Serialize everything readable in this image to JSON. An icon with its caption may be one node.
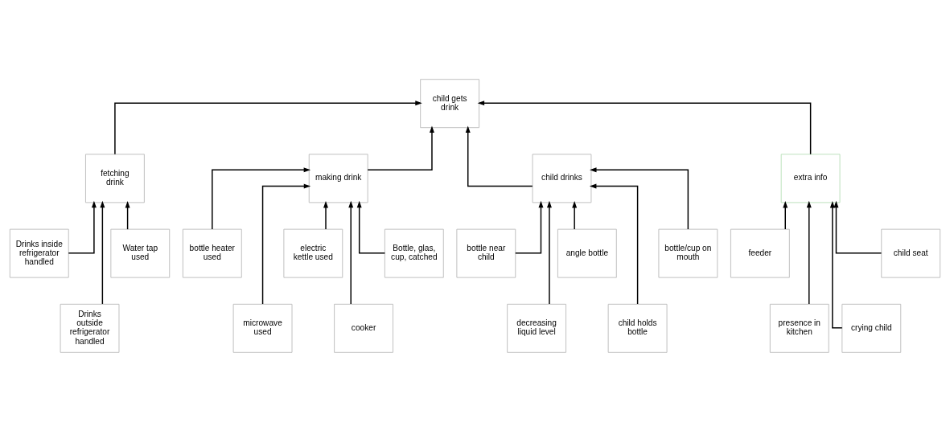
{
  "diagram": {
    "nodes": [
      {
        "text": [
          "child gets drink"
        ]
      },
      {
        "text": [
          "fetching drink"
        ]
      },
      {
        "text": [
          "making drink"
        ]
      },
      {
        "text": [
          "child drinks"
        ]
      },
      {
        "text": [
          "extra info"
        ]
      },
      {
        "text": [
          "Drinks inside refrigerator handled"
        ]
      },
      {
        "text": [
          "Drinks outside refrigerator handled"
        ]
      },
      {
        "text": [
          "Water tap used"
        ]
      },
      {
        "text": [
          "bottle heater used"
        ]
      },
      {
        "text": [
          "microwave used"
        ]
      },
      {
        "text": [
          "electric kettle used"
        ]
      },
      {
        "text": [
          "cooker"
        ]
      },
      {
        "text": [
          "Bottle, glas, cup, catched"
        ]
      },
      {
        "text": [
          "bottle near child"
        ]
      },
      {
        "text": [
          "decreasing liquid level"
        ]
      },
      {
        "text": [
          "angle bottle"
        ]
      },
      {
        "text": [
          "child holds bottle"
        ]
      },
      {
        "text": [
          "bottle/cup on mouth"
        ]
      },
      {
        "text": [
          "feeder"
        ]
      },
      {
        "text": [
          "presence in kitchen"
        ]
      },
      {
        "text": [
          "crying child"
        ]
      },
      {
        "text": [
          "child seat"
        ]
      }
    ],
    "edges": [
      {
        "from": 1,
        "to": 0,
        "arrow": "to"
      },
      {
        "from": 2,
        "to": 0,
        "arrow": "to"
      },
      {
        "from": 3,
        "to": 0,
        "arrow": "to"
      },
      {
        "from": 4,
        "to": 0,
        "arrow": "to"
      },
      {
        "from": 5,
        "to": 1,
        "arrow": "to"
      },
      {
        "from": 6,
        "to": 1,
        "arrow": "to"
      },
      {
        "from": 7,
        "to": 1,
        "arrow": "to"
      },
      {
        "from": 8,
        "to": 2,
        "arrow": "to"
      },
      {
        "from": 9,
        "to": 2,
        "arrow": "to"
      },
      {
        "from": 10,
        "to": 2,
        "arrow": "to"
      },
      {
        "from": 11,
        "to": 2,
        "arrow": "to"
      },
      {
        "from": 12,
        "to": 2,
        "arrow": "to"
      },
      {
        "from": 13,
        "to": 3,
        "arrow": "to"
      },
      {
        "from": 14,
        "to": 3,
        "arrow": "to"
      },
      {
        "from": 15,
        "to": 3,
        "arrow": "to"
      },
      {
        "from": 16,
        "to": 3,
        "arrow": "to"
      },
      {
        "from": 17,
        "to": 3,
        "arrow": "to"
      },
      {
        "from": 18,
        "to": 4,
        "arrow": "to"
      },
      {
        "from": 19,
        "to": 4,
        "arrow": "to"
      },
      {
        "from": 20,
        "to": 4,
        "arrow": "to"
      },
      {
        "from": 21,
        "to": 4,
        "arrow": "to"
      }
    ]
  }
}
